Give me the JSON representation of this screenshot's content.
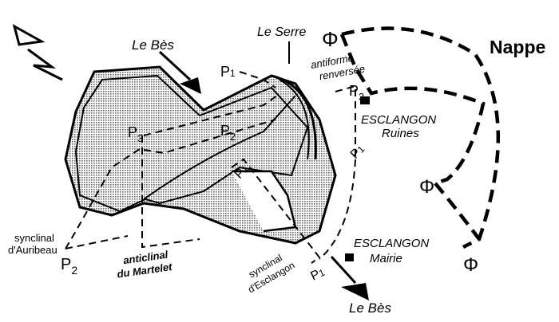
{
  "labels": {
    "le_bes_top": "Le Bès",
    "le_bes_bottom": "Le Bès",
    "le_serre": "Le Serre",
    "antiforme_line1": "antiforme",
    "antiforme_line2": "renversée",
    "esclangon_ruines_line1": "ESCLANGON",
    "esclangon_ruines_line2": "Ruines",
    "esclangon_mairie_line1": "ESCLANGON",
    "esclangon_mairie_line2": "Mairie",
    "nappe": "Nappe",
    "synclinal_auribeau_line1": "synclinal",
    "synclinal_auribeau_line2": "d'Auribeau",
    "anticlinal_line1": "anticlinal",
    "anticlinal_line2": "du Martelet",
    "synclinal_esclangon_line1": "synclinal",
    "synclinal_esclangon_line2": "d'Esclangon",
    "north": "N"
  },
  "planes": [
    {
      "letter": "P",
      "sub": "1"
    },
    {
      "letter": "P",
      "sub": "3"
    },
    {
      "letter": "P",
      "sub": "2"
    },
    {
      "letter": "P",
      "sub": "3"
    },
    {
      "letter": "P",
      "sub": "1"
    },
    {
      "letter": "P",
      "sub": "1"
    },
    {
      "letter": "P",
      "sub": "1"
    },
    {
      "letter": "P",
      "sub": "2"
    }
  ],
  "symbols": {
    "phi": "Φ"
  }
}
